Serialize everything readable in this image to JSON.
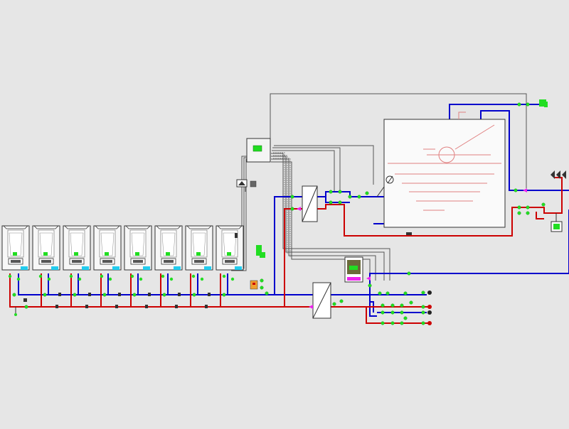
{
  "colors": {
    "background": "#e6e6e6",
    "supply": "#cc0000",
    "return": "#0000cc",
    "control": "#444444",
    "green_component": "#22dd22",
    "magenta_component": "#ee22ee",
    "cyan_component": "#22ccee",
    "equipment_outline": "#333333",
    "tank_red_lines": "#e08080"
  },
  "diagram": {
    "boiler_count": 8,
    "elements": {
      "control_panel": "control-panel",
      "heat_exchanger_upper": "plate-heat-exchanger-upper",
      "heat_exchanger_lower": "plate-heat-exchanger-lower",
      "storage_tank": "storage-tank",
      "expansion_vessel": "expansion-vessel",
      "pumps": "circulator-pumps"
    }
  }
}
